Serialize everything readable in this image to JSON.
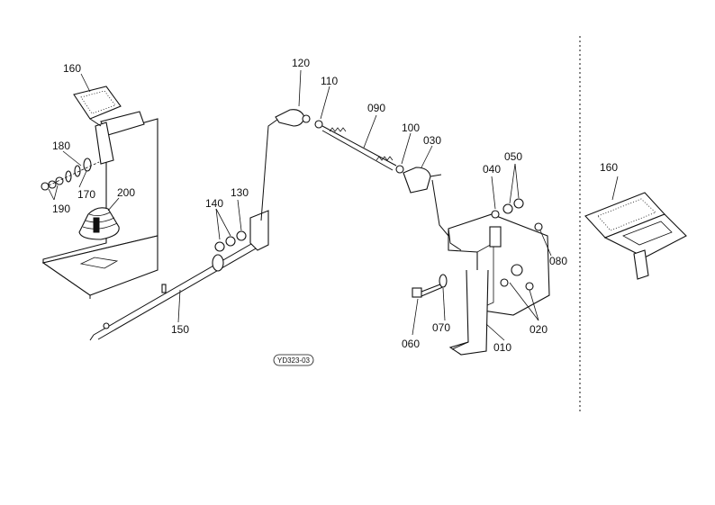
{
  "diagram_code": "YD323-03",
  "parts": [
    {
      "key": "p160a",
      "label": "160"
    },
    {
      "key": "p180",
      "label": "180"
    },
    {
      "key": "p170",
      "label": "170"
    },
    {
      "key": "p190",
      "label": "190"
    },
    {
      "key": "p200",
      "label": "200"
    },
    {
      "key": "p140",
      "label": "140"
    },
    {
      "key": "p130",
      "label": "130"
    },
    {
      "key": "p150",
      "label": "150"
    },
    {
      "key": "p120",
      "label": "120"
    },
    {
      "key": "p110",
      "label": "110"
    },
    {
      "key": "p090",
      "label": "090"
    },
    {
      "key": "p100",
      "label": "100"
    },
    {
      "key": "p030",
      "label": "030"
    },
    {
      "key": "p040",
      "label": "040"
    },
    {
      "key": "p050",
      "label": "050"
    },
    {
      "key": "p080",
      "label": "080"
    },
    {
      "key": "p020",
      "label": "020"
    },
    {
      "key": "p010",
      "label": "010"
    },
    {
      "key": "p070",
      "label": "070"
    },
    {
      "key": "p060",
      "label": "060"
    },
    {
      "key": "p160b",
      "label": "160"
    }
  ]
}
